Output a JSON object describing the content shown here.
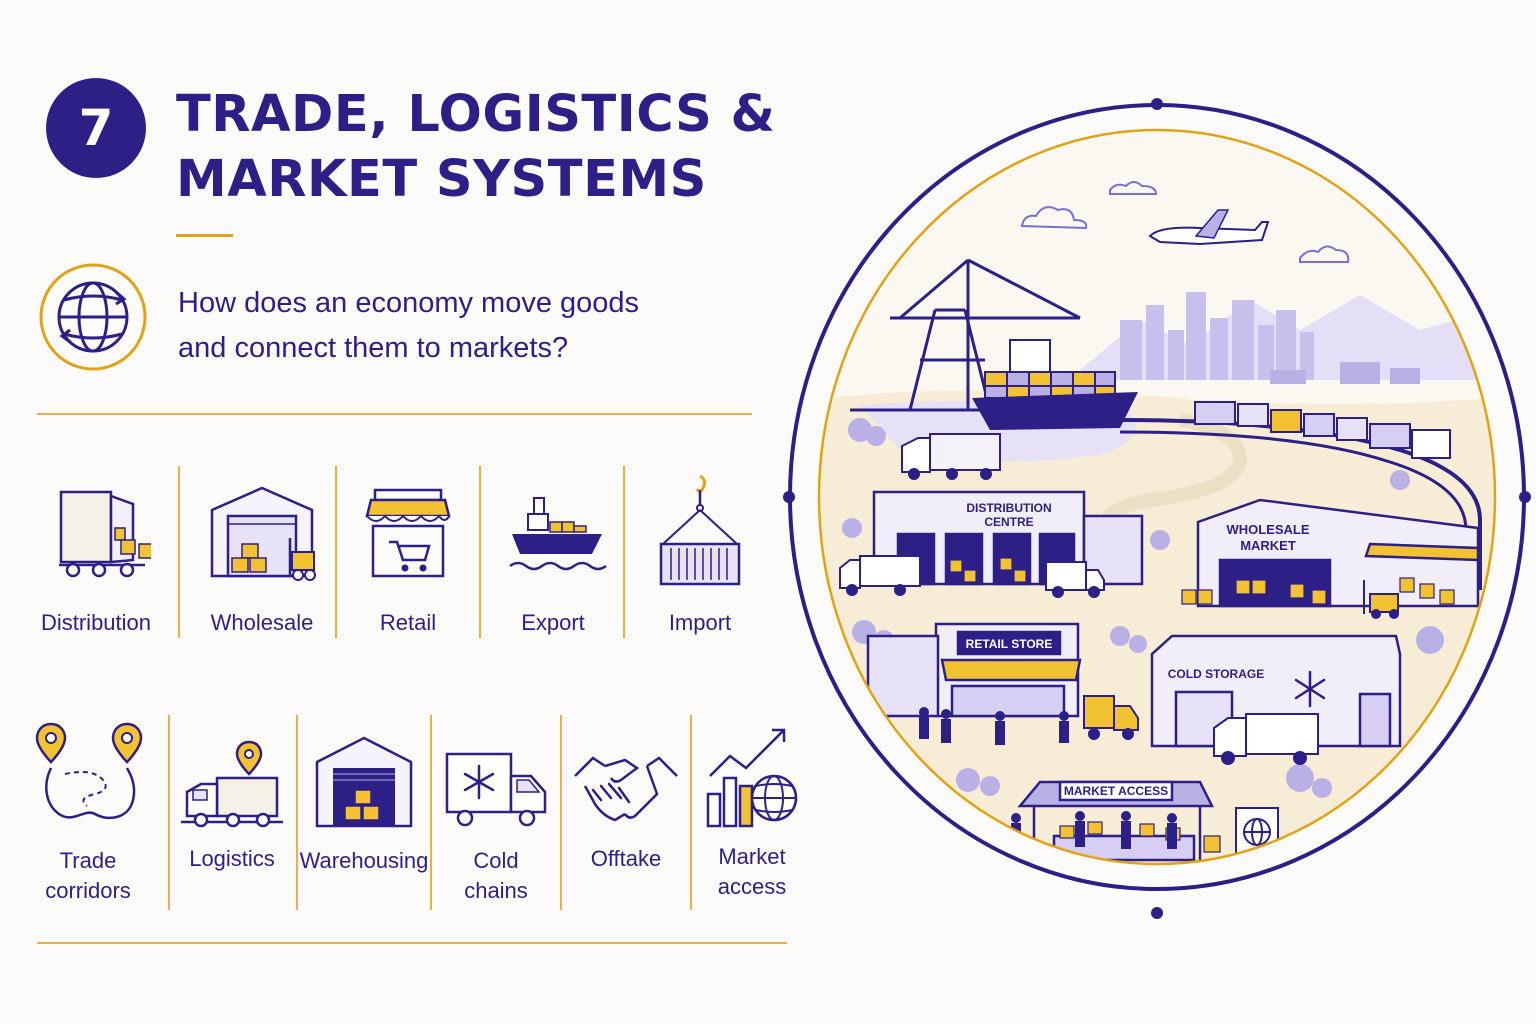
{
  "header": {
    "number": "7",
    "title_line1": "TRADE, LOGISTICS &",
    "title_line2": "MARKET SYSTEMS"
  },
  "question": {
    "line1": "How does an economy move goods",
    "line2": "and connect them to markets?",
    "icon": "globe-arrows-icon"
  },
  "row1": [
    {
      "label": "Distribution",
      "icon": "delivery-truck-icon"
    },
    {
      "label": "Wholesale",
      "icon": "warehouse-forklift-icon"
    },
    {
      "label": "Retail",
      "icon": "shop-cart-icon"
    },
    {
      "label": "Export",
      "icon": "cargo-ship-icon"
    },
    {
      "label": "Import",
      "icon": "hanging-container-icon"
    }
  ],
  "row2": [
    {
      "label_line1": "Trade",
      "label_line2": "corridors",
      "icon": "route-pins-icon"
    },
    {
      "label_line1": "Logistics",
      "label_line2": "",
      "icon": "truck-pin-icon"
    },
    {
      "label_line1": "Warehousing",
      "label_line2": "",
      "icon": "warehouse-boxes-icon"
    },
    {
      "label_line1": "Cold",
      "label_line2": "chains",
      "icon": "refrigerated-truck-icon"
    },
    {
      "label_line1": "Offtake",
      "label_line2": "",
      "icon": "handshake-icon"
    },
    {
      "label_line1": "Market",
      "label_line2": "access",
      "icon": "growth-globe-icon"
    }
  ],
  "illustration": {
    "distribution_line1": "DISTRIBUTION",
    "distribution_line2": "CENTRE",
    "wholesale_line1": "WHOLESALE",
    "wholesale_line2": "MARKET",
    "retail": "RETAIL STORE",
    "cold": "COLD STORAGE",
    "market": "MARKET ACCESS"
  },
  "colors": {
    "primary": "#2c1f86",
    "accent": "#e0a316",
    "lavender": "#b9b0e6"
  }
}
